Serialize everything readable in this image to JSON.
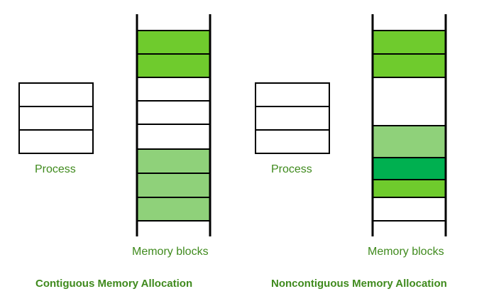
{
  "labels": {
    "process_left": "Process",
    "process_right": "Process",
    "memory_left": "Memory blocks",
    "memory_right": "Memory blocks"
  },
  "captions": {
    "contiguous": "Contiguous Memory Allocation",
    "noncontiguous": "Noncontiguous Memory Allocation"
  },
  "colors": {
    "text_green": "#3f8a1d",
    "allocated_green": "#6fcb2d",
    "light_green": "#8fd17a",
    "dark_green": "#00b050",
    "border": "#000000",
    "empty": "#ffffff"
  },
  "diagrams": [
    {
      "type": "contiguous",
      "process_blocks": 3,
      "memory_blocks": [
        "allocated_green",
        "allocated_green",
        "empty",
        "empty",
        "empty",
        "light_green",
        "light_green",
        "light_green"
      ]
    },
    {
      "type": "noncontiguous",
      "process_blocks": 3,
      "memory_blocks": [
        "allocated_green",
        "allocated_green",
        "empty",
        "light_green",
        "dark_green",
        "allocated_green",
        "empty"
      ]
    }
  ]
}
